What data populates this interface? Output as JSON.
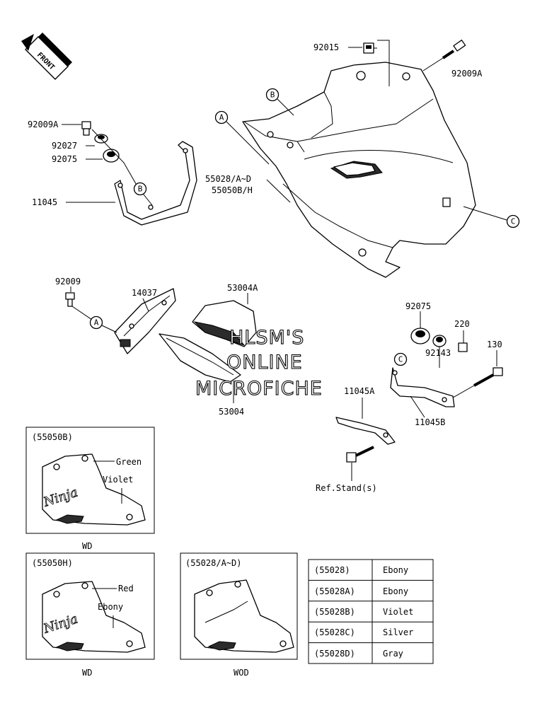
{
  "front_badge": "FRONT",
  "watermark": {
    "line1": "HLSM'S",
    "line2": "ONLINE",
    "line3": "MICROFICHE"
  },
  "callouts": {
    "p92015": "92015",
    "p92009A_top": "92009A",
    "p92009A_left": "92009A",
    "p92027": "92027",
    "p92075_left": "92075",
    "p11045": "11045",
    "p55028": "55028/A~D",
    "p55050": "55050B/H",
    "p92009": "92009",
    "p14037": "14037",
    "p53004A": "53004A",
    "p53004": "53004",
    "p92075_right": "92075",
    "p220": "220",
    "p130": "130",
    "p92143": "92143",
    "p11045A": "11045A",
    "p11045B": "11045B",
    "ref_stand": "Ref.Stand(s)"
  },
  "ref_markers": {
    "a": "A",
    "b": "B",
    "c": "C"
  },
  "variant_boxes": [
    {
      "title": "(55050B)",
      "color1": "Green",
      "color2": "Violet",
      "caption": "WD"
    },
    {
      "title": "(55050H)",
      "color1": "Red",
      "color2": "Ebony",
      "caption": "WD"
    },
    {
      "title": "(55028/A~D)",
      "caption": "WOD"
    }
  ],
  "logo_text": "Ninja",
  "color_table": [
    {
      "code": "(55028)",
      "color": "Ebony"
    },
    {
      "code": "(55028A)",
      "color": "Ebony"
    },
    {
      "code": "(55028B)",
      "color": "Violet"
    },
    {
      "code": "(55028C)",
      "color": "Silver"
    },
    {
      "code": "(55028D)",
      "color": "Gray"
    }
  ]
}
